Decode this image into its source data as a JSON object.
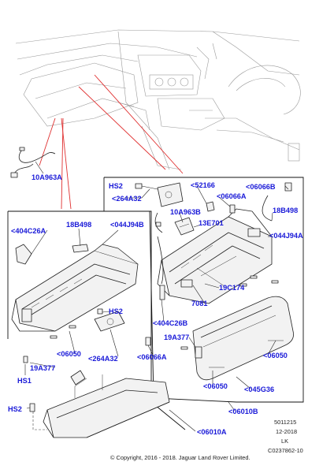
{
  "labels": {
    "hs2_top": "HS2",
    "l264a32_top": "<264A32",
    "l52166": "<52166",
    "l06066a_top": "<06066A",
    "l06066b": "<06066B",
    "l18b498_right": "18B498",
    "l10a963b": "10A963B",
    "l13e701": "13E701",
    "l044j94a": "<044J94A",
    "l10a963a": "10A963A",
    "l404c26a": "<404C26A",
    "l18b498_left": "18B498",
    "l044j94b": "<044J94B",
    "l19c174": "19C174",
    "l7081": "7081",
    "hs2_mid": "HS2",
    "l404c26b": "<404C26B",
    "l19a377_right": "19A377",
    "l06050_left": "<06050",
    "l264a32_bottom": "<264A32",
    "l06066a_bottom": "<06066A",
    "l19a377_left": "19A377",
    "hs1": "HS1",
    "l06050_right": "<06050",
    "l06050_mid": "<06050",
    "l045g36": "<045G36",
    "hs2_bottom": "HS2",
    "l06010b": "<06010B",
    "l06010a": "<06010A"
  },
  "meta": {
    "code": "5011215",
    "date": "12-2018",
    "initials": "LK",
    "ref": "C0237862-10"
  },
  "copyright": "© Copyright, 2016 - 2018. Jaguar Land Rover Limited."
}
